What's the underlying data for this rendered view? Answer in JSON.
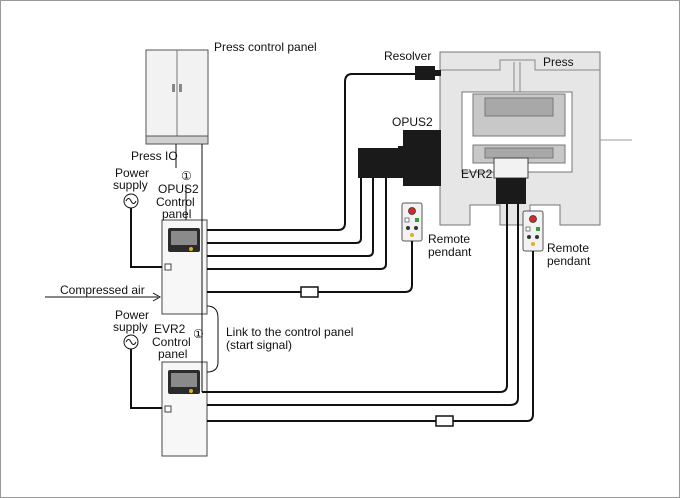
{
  "labels": {
    "press_control_panel": "Press control panel",
    "resolver": "Resolver",
    "press": "Press",
    "opus2": "OPUS2",
    "evr2": "EVR2",
    "press_io": "Press IO",
    "circled_one": "①",
    "power_supply": [
      "Power",
      "supply"
    ],
    "opus2_control_panel": [
      "OPUS2",
      "Control",
      "panel"
    ],
    "remote_pendant": [
      "Remote",
      "pendant"
    ],
    "compressed_air": "Compressed air",
    "evr2_control_panel": [
      "EVR2",
      "Control",
      "panel"
    ],
    "link_to_control_panel": [
      "Link to the control panel",
      "(start signal)"
    ]
  },
  "colors": {
    "wire": "#111111",
    "press_body": "#e6e6e6",
    "press_inner": "#c8c8c8",
    "motor": "#1a1a1a",
    "cabinet": "#f2f2f2",
    "screen": "#2b2b2b",
    "button_red": "#d62828",
    "button_green": "#3a9a3a",
    "button_yellow": "#e0b020"
  }
}
